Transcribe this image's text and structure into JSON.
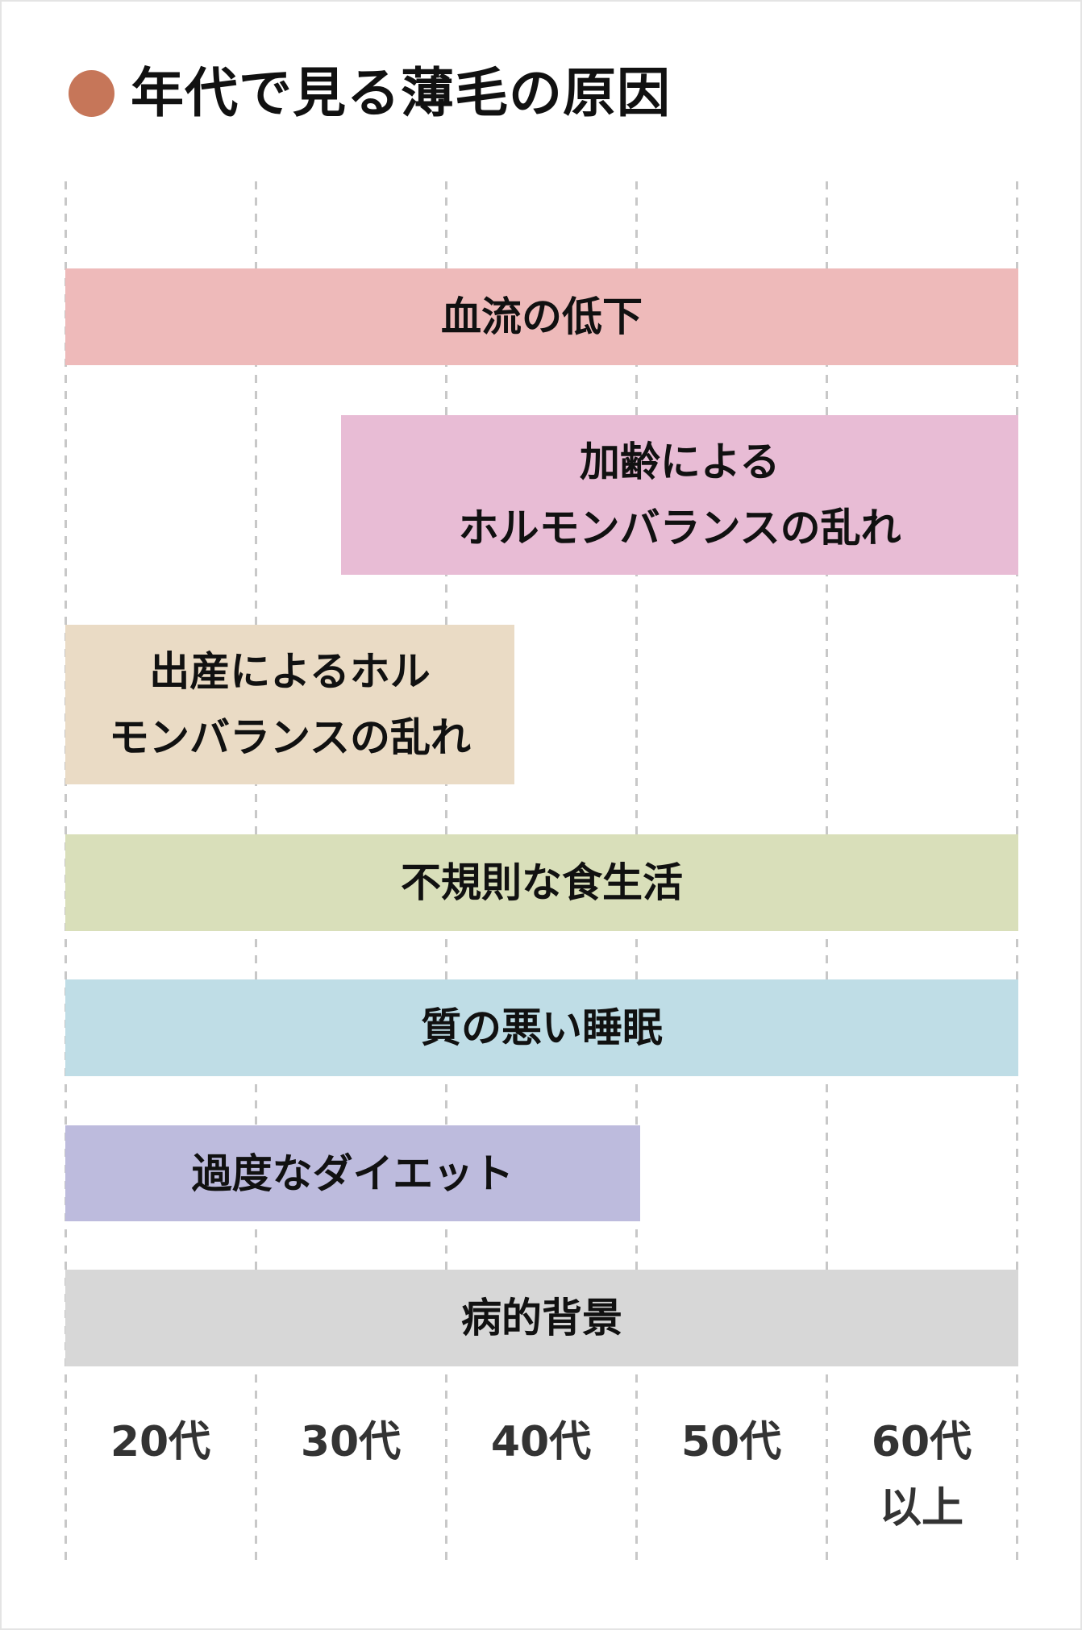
{
  "title": {
    "text": "年代で見る薄毛の原因",
    "dot_color": "#C67659"
  },
  "chart_data": {
    "type": "table",
    "subtype": "range-bar (gantt-style)",
    "title": "年代で見る薄毛の原因",
    "xlabel": "",
    "ylabel": "",
    "categories": [
      "20代",
      "30代",
      "40代",
      "50代",
      "60代\n以上"
    ],
    "grid": "dashed vertical lines at column boundaries",
    "series": [
      {
        "name": "血流の低下",
        "label": "血流の低下",
        "start": 0,
        "end": 5,
        "color": "#EEBABA"
      },
      {
        "name": "加齢によるホルモンバランスの乱れ",
        "label": "加齢による\nホルモンバランスの乱れ",
        "start": 1.45,
        "end": 5,
        "color": "#E8BCD5"
      },
      {
        "name": "出産によるホルモンバランスの乱れ",
        "label": "出産によるホル\nモンバランスの乱れ",
        "start": 0,
        "end": 2.36,
        "color": "#EADBC5"
      },
      {
        "name": "不規則な食生活",
        "label": "不規則な食生活",
        "start": 0,
        "end": 5,
        "color": "#D9DFBA"
      },
      {
        "name": "質の悪い睡眠",
        "label": "質の悪い睡眠",
        "start": 0,
        "end": 5,
        "color": "#BFDDE6"
      },
      {
        "name": "過度なダイエット",
        "label": "過度なダイエット",
        "start": 0,
        "end": 3.02,
        "color": "#BDBBDD"
      },
      {
        "name": "病的背景",
        "label": "病的背景",
        "start": 0,
        "end": 5,
        "color": "#D7D7D7"
      }
    ],
    "layout": {
      "grid_x": [
        81,
        317,
        553,
        789,
        1025,
        1261
      ],
      "bar_rows": [
        {
          "top": 333,
          "height": 120
        },
        {
          "top": 515,
          "height": 198
        },
        {
          "top": 775,
          "height": 198
        },
        {
          "top": 1035,
          "height": 120
        },
        {
          "top": 1215,
          "height": 120
        },
        {
          "top": 1396,
          "height": 119
        },
        {
          "top": 1575,
          "height": 120
        }
      ]
    }
  }
}
